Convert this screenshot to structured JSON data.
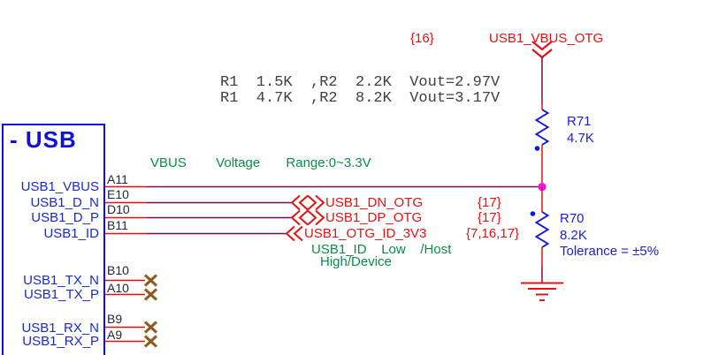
{
  "part": {
    "title": "- USB",
    "pins_connected": [
      {
        "number": "A11",
        "name": "USB1_VBUS"
      },
      {
        "number": "E10",
        "name": "USB1_D_N"
      },
      {
        "number": "D10",
        "name": "USB1_D_P"
      },
      {
        "number": "B11",
        "name": "USB1_ID"
      }
    ],
    "pins_no_connect": [
      {
        "number": "B10",
        "name": "USB1_TX_N"
      },
      {
        "number": "A10",
        "name": "USB1_TX_P"
      },
      {
        "number": "B9",
        "name": "USB1_RX_N"
      },
      {
        "number": "A9",
        "name": "USB1_RX_P"
      }
    ]
  },
  "power": {
    "page_ref": "{16}",
    "net": "USB1_VBUS_OTG"
  },
  "nets": [
    {
      "name": "USB1_DN_OTG",
      "page_ref": "{17}"
    },
    {
      "name": "USB1_DP_OTG",
      "page_ref": "{17}"
    },
    {
      "name": "USB1_OTG_ID_3V3",
      "page_ref": "{7,16,17}"
    }
  ],
  "resistors": [
    {
      "ref": "R71",
      "value": "4.7K"
    },
    {
      "ref": "R70",
      "value": "8.2K",
      "note": "Tolerance = ±5%"
    }
  ],
  "notes": {
    "divider_line1": "R1  1.5K  ,R2  2.2K  Vout=2.97V",
    "divider_line2": "R1  4.7K  ,R2  8.2K  Vout=3.17V",
    "vbus_range": "VBUS        Voltage       Range:0~3.3V",
    "id_note_line1": "USB1_ID    Low    /Host",
    "id_note_line2": "High/Device"
  },
  "colors": {
    "wire": "#730c4a",
    "pin_stub": "#e01010",
    "symbol_red": "#e41212",
    "resistor_blue": "#1414e0",
    "junction": "#f711e7",
    "no_connect_x": "#915c20",
    "green_text": "#0b8c4a",
    "blue_text": "#1414d8"
  }
}
